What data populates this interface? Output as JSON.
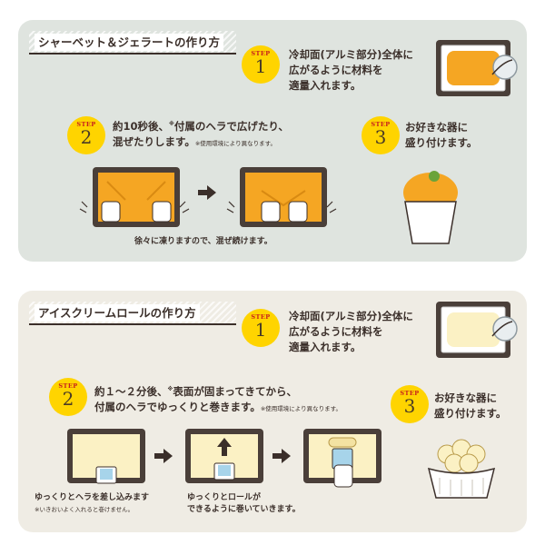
{
  "sections": [
    {
      "title": "シャーベット＆ジェラートの作り方",
      "steps": [
        {
          "label": "STEP",
          "number": "1",
          "lines": [
            "冷却面(アルミ部分)全体に",
            "広がるように材料を",
            "適量入れます。"
          ]
        },
        {
          "label": "STEP",
          "number": "2",
          "lines": [
            "約10秒後、",
            "付属のヘラで広げたり、",
            "混ぜたりします。"
          ],
          "mark": "※",
          "note": "※使用環境により異なります。"
        },
        {
          "label": "STEP",
          "number": "3",
          "lines": [
            "お好きな器に",
            "盛り付けます。"
          ]
        }
      ],
      "caption": "徐々に凍りますので、混ぜ続けます。"
    },
    {
      "title": "アイスクリームロールの作り方",
      "steps": [
        {
          "label": "STEP",
          "number": "1",
          "lines": [
            "冷却面(アルミ部分)全体に",
            "広がるように材料を",
            "適量入れます。"
          ]
        },
        {
          "label": "STEP",
          "number": "2",
          "lines": [
            "約１～２分後、",
            "表面が固まってきてから、",
            "付属のヘラでゆっくりと巻きます。"
          ],
          "mark": "※",
          "note": "※使用環境により異なります。"
        },
        {
          "label": "STEP",
          "number": "3",
          "lines": [
            "お好きな器に",
            "盛り付けます。"
          ]
        }
      ],
      "caption_left": "ゆっくりとヘラを差し込みます",
      "caption_left_note": "※いきおいよく入れると巻けません。",
      "caption_mid_1": "ゆっくりとロールが",
      "caption_mid_2": "できるように巻いていきます。"
    }
  ],
  "colors": {
    "panel1": "#dfe4df",
    "panel2": "#efece4",
    "badge": "#ffd400",
    "sorbet": "#f5a623",
    "cream": "#fbf1c4",
    "dark": "#3b2f2a"
  }
}
